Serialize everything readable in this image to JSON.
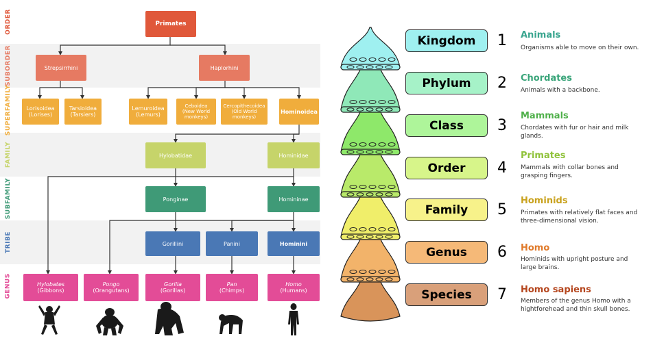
{
  "taxonomy_tree": {
    "bands": [
      {
        "label": "ORDER",
        "color": "#e0583a"
      },
      {
        "label": "SUBORDER",
        "color": "#e67a62"
      },
      {
        "label": "SUPERFAMILY",
        "color": "#f0ad3c"
      },
      {
        "label": "FAMILY",
        "color": "#c6d46a"
      },
      {
        "label": "SUBFAMILY",
        "color": "#3f9a77"
      },
      {
        "label": "TRIBE",
        "color": "#4a78b5"
      },
      {
        "label": "GENUS",
        "color": "#e34c97"
      }
    ],
    "nodes": {
      "primates": "Primates",
      "strepsirrhini": "Strepsirrhini",
      "haplorhini": "Haplorhini",
      "lorisoidea": {
        "name": "Lorisoidea",
        "common": "(Lorises)"
      },
      "tarsioidea": {
        "name": "Tarsioidea",
        "common": "(Tarsiers)"
      },
      "lemuroidea": {
        "name": "Lemuroidea",
        "common": "(Lemurs)"
      },
      "ceboidea": {
        "name": "Ceboidea",
        "common": "(New World",
        "common2": "monkeys)"
      },
      "cercopithecoidea": {
        "name": "Cercopithecoidea",
        "common": "(Old World",
        "common2": "monkeys)"
      },
      "hominoidea": "Hominoidea",
      "hylobatidae": "Hylobatidae",
      "hominidae": "Hominidae",
      "ponginae": "Ponginae",
      "homininae": "Homininae",
      "gorillini": "Gorillini",
      "panini": "Panini",
      "hominini": "Hominini",
      "hylobates": {
        "name": "Hylobates",
        "common": "(Gibbons)"
      },
      "pongo": {
        "name": "Pongo",
        "common": "(Orangutans)"
      },
      "gorilla": {
        "name": "Gorilla",
        "common": "(Gorillas)"
      },
      "pan": {
        "name": "Pan",
        "common": "(Chimps)"
      },
      "homo": {
        "name": "Homo",
        "common": "(Humans)"
      }
    }
  },
  "ranks": [
    {
      "rank": "Kingdom",
      "number": "1",
      "name": "Animals",
      "desc": "Organisms able to move on their own.",
      "box_color": "#9ff0f0",
      "name_color": "#3aa58f"
    },
    {
      "rank": "Phylum",
      "number": "2",
      "name": "Chordates",
      "desc": "Animals with a backbone.",
      "box_color": "#a6f2c8",
      "name_color": "#3aa57a"
    },
    {
      "rank": "Class",
      "number": "3",
      "name": "Mammals",
      "desc": "Chordates with fur or hair and milk glands.",
      "box_color": "#aef59a",
      "name_color": "#4fb04a"
    },
    {
      "rank": "Order",
      "number": "4",
      "name": "Primates",
      "desc": "Mammals with collar bones and grasping fingers.",
      "box_color": "#d7f58a",
      "name_color": "#8fc23a"
    },
    {
      "rank": "Family",
      "number": "5",
      "name": "Hominids",
      "desc": "Primates with relatively flat faces and three-dimensional vision.",
      "box_color": "#f7f28a",
      "name_color": "#c9a21e"
    },
    {
      "rank": "Genus",
      "number": "6",
      "name": "Homo",
      "desc": "Hominids with upright posture and large brains.",
      "box_color": "#f5b978",
      "name_color": "#e07a2a"
    },
    {
      "rank": "Species",
      "number": "7",
      "name": "Homo sapiens",
      "desc": "Members of the genus Homo with a hightforehead and thin skull bones.",
      "box_color": "#d9a07a",
      "name_color": "#b5461e"
    }
  ],
  "flask_colors": [
    "#9ff0f0",
    "#8fe8b8",
    "#8ee86a",
    "#b9ea6a",
    "#f0ee6a",
    "#f2b36a",
    "#d9945a"
  ]
}
